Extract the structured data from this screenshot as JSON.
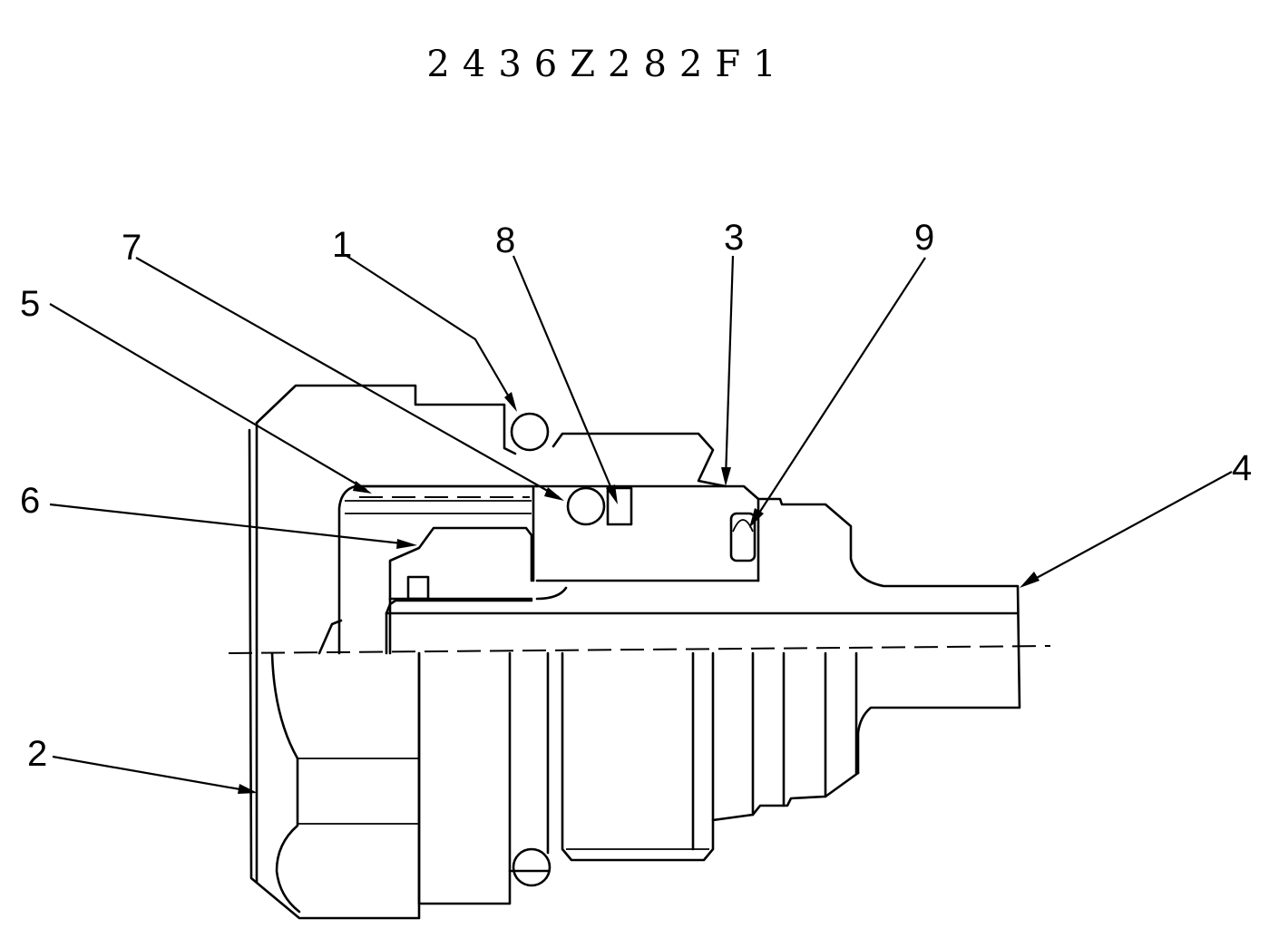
{
  "document_number": "2436Z282F1",
  "callouts": [
    {
      "id": "label-5",
      "text": "5"
    },
    {
      "id": "label-7",
      "text": "7"
    },
    {
      "id": "label-1",
      "text": "1"
    },
    {
      "id": "label-8",
      "text": "8"
    },
    {
      "id": "label-3",
      "text": "3"
    },
    {
      "id": "label-9",
      "text": "9"
    },
    {
      "id": "label-4",
      "text": "4"
    },
    {
      "id": "label-6",
      "text": "6"
    },
    {
      "id": "label-2",
      "text": "2"
    }
  ]
}
